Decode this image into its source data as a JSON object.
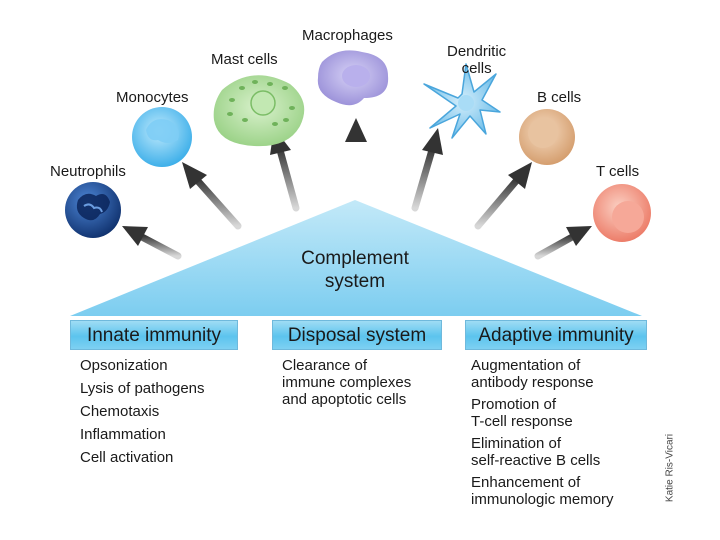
{
  "cells": [
    {
      "key": "neutrophils",
      "label": "Neutrophils",
      "color": "#1c4e9a"
    },
    {
      "key": "monocytes",
      "label": "Monocytes",
      "color": "#3fb5ec"
    },
    {
      "key": "mast",
      "label": "Mast cells",
      "color": "#9fd48c"
    },
    {
      "key": "macrophages",
      "label": "Macrophages",
      "color": "#a89ee0"
    },
    {
      "key": "dendritic",
      "label": "Dendritic\ncells",
      "color": "#7cc4ea"
    },
    {
      "key": "bcells",
      "label": "B cells",
      "color": "#e0ab7c"
    },
    {
      "key": "tcells",
      "label": "T cells",
      "color": "#f08c7a"
    }
  ],
  "hub": {
    "line1": "Complement",
    "line2": "system",
    "color": "#8fd3f1"
  },
  "columns": [
    {
      "header": "Innate immunity",
      "items": [
        "Opsonization",
        "Lysis of pathogens",
        "Chemotaxis",
        "Inflammation",
        "Cell activation"
      ]
    },
    {
      "header": "Disposal system",
      "items": [
        "Clearance of\nimmune complexes\nand apoptotic cells"
      ]
    },
    {
      "header": "Adaptive immunity",
      "items": [
        "Augmentation of\nantibody response",
        "Promotion of\nT-cell response",
        "Elimination of\nself-reactive B cells",
        "Enhancement of\nimmunologic memory"
      ]
    }
  ],
  "credit": "Katie Ris-Vicari"
}
